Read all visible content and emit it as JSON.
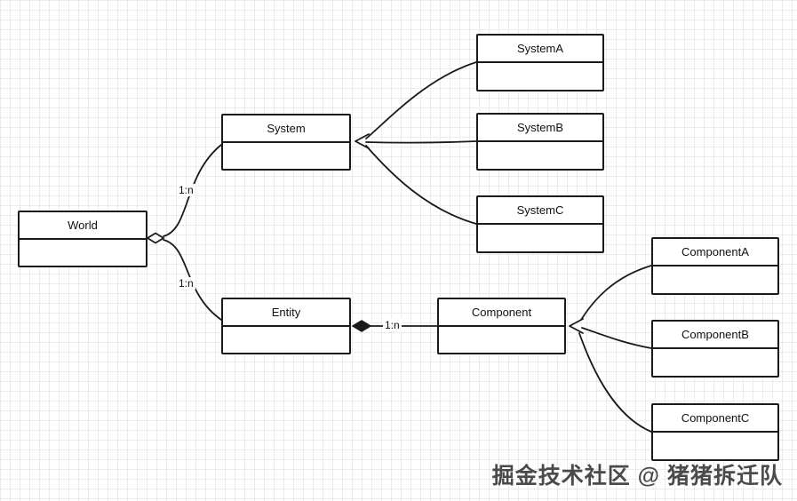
{
  "nodes": {
    "world": {
      "label": "World"
    },
    "system": {
      "label": "System"
    },
    "entity": {
      "label": "Entity"
    },
    "component": {
      "label": "Component"
    },
    "system_a": {
      "label": "SystemA"
    },
    "system_b": {
      "label": "SystemB"
    },
    "system_c": {
      "label": "SystemC"
    },
    "component_a": {
      "label": "ComponentA"
    },
    "component_b": {
      "label": "ComponentB"
    },
    "component_c": {
      "label": "ComponentC"
    }
  },
  "edges": {
    "world_system_label": "1:n",
    "world_entity_label": "1:n",
    "entity_component_label": "1:n"
  },
  "watermark": {
    "text": "掘金技术社区 @ 猪猪拆迁队"
  },
  "colors": {
    "line": "#1a1a1a",
    "box_fill": "#ffffff",
    "grid": "#ececec",
    "watermark": "#4a4a4a"
  }
}
